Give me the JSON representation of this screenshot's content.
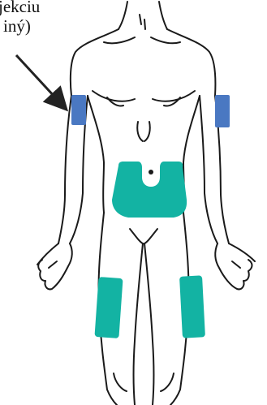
{
  "caption": {
    "line1": "jekciu",
    "line2": "iný)"
  },
  "colors": {
    "outline": "#1a1a1a",
    "arm_zone": "#4a78c2",
    "abdomen_thigh_zone": "#13b3a3",
    "arrow": "#222222"
  },
  "figure": {
    "icon": "human-body-front-outline"
  },
  "zones": [
    {
      "name": "right-upper-arm",
      "color_key": "arm_zone"
    },
    {
      "name": "left-upper-arm",
      "color_key": "arm_zone"
    },
    {
      "name": "abdomen",
      "color_key": "abdomen_thigh_zone"
    },
    {
      "name": "right-thigh",
      "color_key": "abdomen_thigh_zone"
    },
    {
      "name": "left-thigh",
      "color_key": "abdomen_thigh_zone"
    }
  ]
}
